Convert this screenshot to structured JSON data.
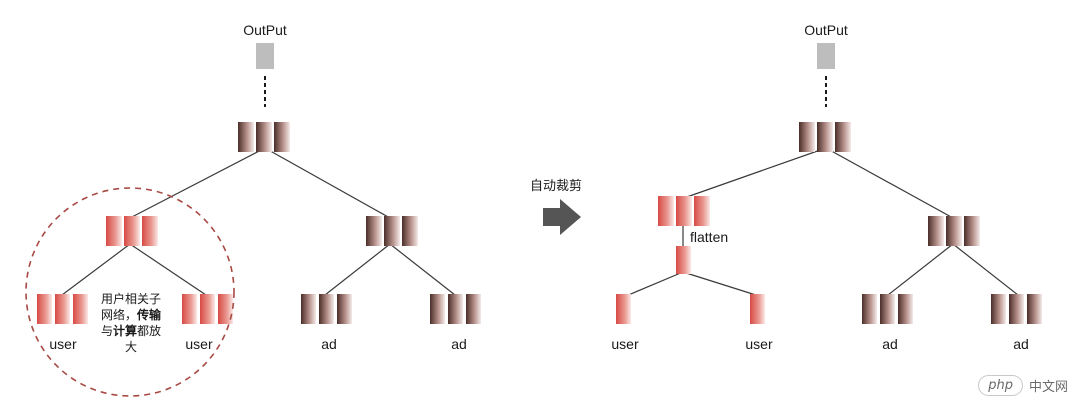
{
  "diagram": {
    "left_tree": {
      "output_label": "OutPut",
      "leaf_labels": [
        "user",
        "user",
        "ad",
        "ad"
      ],
      "annotation": {
        "line1": "用户相关子",
        "line2_a": "网络，",
        "line2_b": "传输",
        "line3_a": "与",
        "line3_b": "计算",
        "line3_c": "都放",
        "line4": "大"
      }
    },
    "transition": {
      "label": "自动裁剪"
    },
    "right_tree": {
      "output_label": "OutPut",
      "flatten_label": "flatten",
      "leaf_labels": [
        "user",
        "user",
        "ad",
        "ad"
      ]
    },
    "colors": {
      "red_fade": "#d84a45",
      "dark_fade": "#4a2d29",
      "circle": "#a84a44",
      "output_block": "#bdbdbd",
      "arrow": "#555555"
    }
  },
  "watermark": {
    "logo": "php",
    "text": "中文网"
  }
}
